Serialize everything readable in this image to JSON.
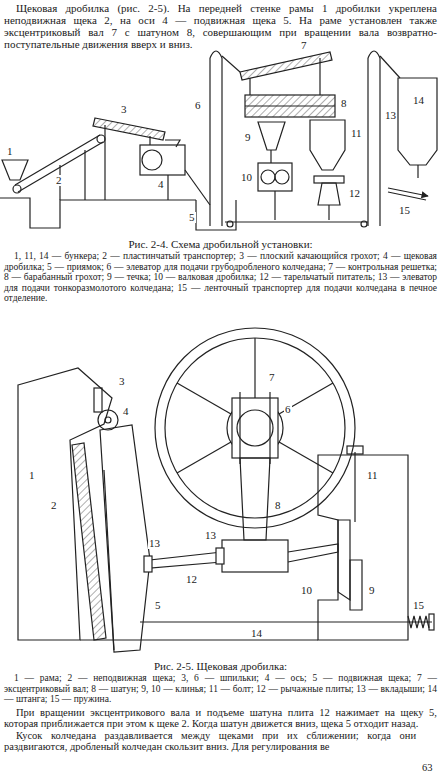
{
  "diagram": {
    "labels": [
      "Щековая дробилка (рис. 2-5). На передней стенке рамы 1 дробилки укреплена неподвижная щека 2, на оси 4 — подвижная щека 5. На раме установлен также эксцентриковый вал 7 с шатуном 8, совершающим при вращении вала возвратно-поступательные движения вверх и вниз.",
      "1",
      "2",
      "3",
      "4",
      "5",
      "6",
      "7",
      "8",
      "9",
      "10",
      "11",
      "12",
      "13",
      "14",
      "15",
      "Рис. 2-4. Схема дробильной установки:",
      "1, 11, 14 — бункера; 2 — пластинчатый транспортер; 3 — плоский качающийся грохот; 4 — щековая дробилка; 5 — приямок; 6 — элеватор для подачи грубодробленого колчедана; 7 — контрольная решетка; 8 — барабанный грохот; 9 — течка; 10 — валковая дробилка; 12 — тарельчатый питатель; 13 — элеватор для подачи тонкоразмолотого колчедана; 15 — ленточный транспортер для подачи колчедана в печное отделение.",
      "1",
      "2",
      "3",
      "4",
      "5",
      "6",
      "7",
      "8",
      "9",
      "10",
      "11",
      "12",
      "13",
      "13",
      "14",
      "15",
      "Рис. 2-5. Щековая дробилка:",
      "1 — рама; 2 — неподвижная щека; 3, 6 — шпильки; 4 — ось; 5 — подвижная щека; 7 — эксцентриковый вал; 8 — шатун; 9, 10 — клинья; 11 — болт; 12 — рычажные плиты; 13 — вкладыши; 14 — штанга; 15 — пружина.",
      "При вращении эксцентрикового вала и подъеме шатуна плита 12 нажимает на щеку 5, которая приближается при этом к щеке 2. Когда шатун движется вниз, щека 5 отходит назад.",
      "Кусок колчедана раздавливается между щеками при их сближении; когда они раздвигаются, дробленый колчедан скользит вниз. Для регулирования ве",
      "63"
    ]
  }
}
